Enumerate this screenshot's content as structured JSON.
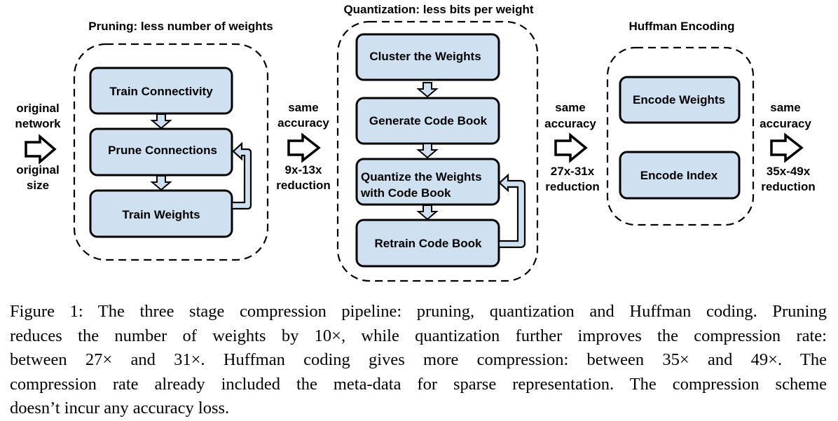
{
  "stages": [
    {
      "title": "Pruning: less number of weights",
      "steps": [
        "Train Connectivity",
        "Prune Connections",
        "Train Weights"
      ]
    },
    {
      "title": "Quantization: less bits per weight",
      "steps": [
        "Cluster the Weights",
        "Generate Code Book",
        "Quantize the Weights",
        "with Code Book",
        "Retrain Code Book"
      ]
    },
    {
      "title": "Huffman Encoding",
      "steps": [
        "Encode Weights",
        "Encode Index"
      ]
    }
  ],
  "input": {
    "top": [
      "original",
      "network"
    ],
    "bottom": [
      "original",
      "size"
    ]
  },
  "transitions": [
    {
      "top": [
        "same",
        "accuracy"
      ],
      "bottom": [
        "9x-13x",
        "reduction"
      ]
    },
    {
      "top": [
        "same",
        "accuracy"
      ],
      "bottom": [
        "27x-31x",
        "reduction"
      ]
    },
    {
      "top": [
        "same",
        "accuracy"
      ],
      "bottom": [
        "35x-49x",
        "reduction"
      ]
    }
  ],
  "colors": {
    "box_fill": "#cfe0f1",
    "stroke": "#000000"
  },
  "caption": {
    "lines": [
      "Figure 1: The three stage compression pipeline: pruning, quantization and Huffman coding. Pruning",
      "reduces the number of weights by 10×, while quantization further improves the compression rate:",
      "between 27× and 31×. Huffman coding gives more compression: between 35× and 49×. The",
      "compression rate already included the meta-data for sparse representation. The compression scheme",
      "doesn’t incur any accuracy loss."
    ]
  }
}
